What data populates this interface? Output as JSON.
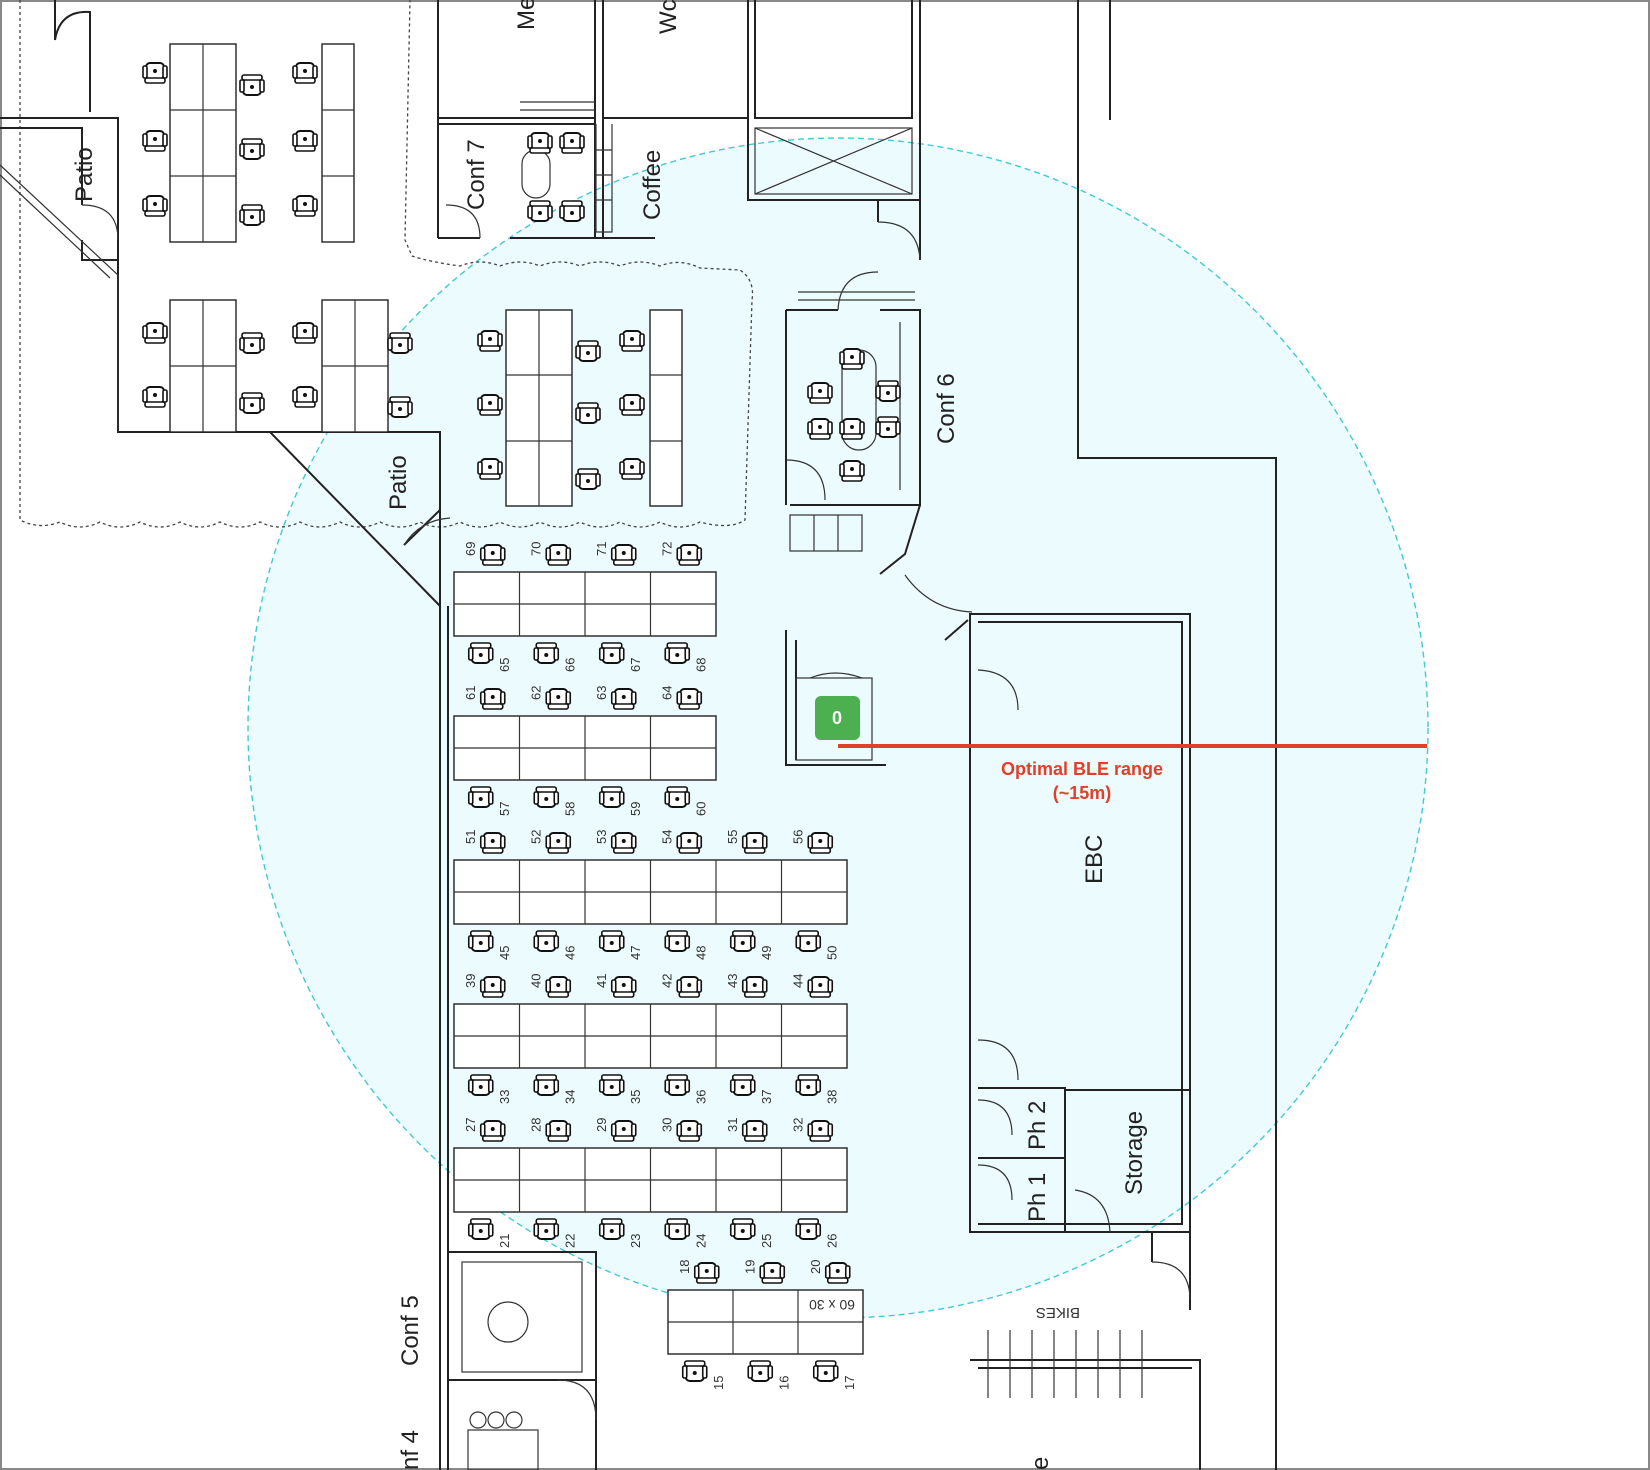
{
  "colors": {
    "range_fill": "#e9fafd",
    "range_stroke": "#42c9d6",
    "range_line": "#e0402a",
    "marker": "#4caf50"
  },
  "beacon": {
    "label": "0",
    "icon": "beacon-marker-icon"
  },
  "range": {
    "line1": "Optimal BLE range",
    "line2": "(~15m)"
  },
  "rooms": {
    "patio_top": "Patio",
    "patio_mid": "Patio",
    "conf7": "Conf 7",
    "coffee": "Coffee",
    "conf6": "Conf 6",
    "ebc": "EBC",
    "ph2": "Ph 2",
    "ph1": "Ph 1",
    "storage": "Storage",
    "conf5": "Conf 5",
    "conf4": "nf 4",
    "bikes": "BIKES",
    "me": "Me",
    "wo": "Wc",
    "size_note": "60 x 30",
    "edge_e": "e"
  },
  "desk_rows": [
    {
      "top": [
        69,
        70,
        71,
        72
      ],
      "bottom": [
        65,
        66,
        67,
        68
      ]
    },
    {
      "top": [
        61,
        62,
        63,
        64
      ],
      "bottom": [
        57,
        58,
        59,
        60
      ]
    },
    {
      "top": [
        51,
        52,
        53,
        54,
        55,
        56
      ],
      "bottom": [
        45,
        46,
        47,
        48,
        49,
        50
      ]
    },
    {
      "top": [
        39,
        40,
        41,
        42,
        43,
        44
      ],
      "bottom": [
        33,
        34,
        35,
        36,
        37,
        38
      ]
    },
    {
      "top": [
        27,
        28,
        29,
        30,
        31,
        32
      ],
      "bottom": [
        21,
        22,
        23,
        24,
        25,
        26
      ]
    },
    {
      "top": [
        18,
        19,
        20
      ],
      "bottom": [
        15,
        16,
        17
      ]
    }
  ]
}
